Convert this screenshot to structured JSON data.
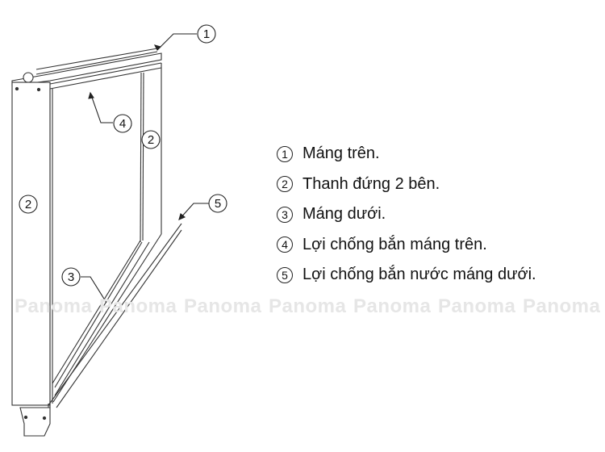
{
  "legend": [
    {
      "num": "1",
      "label": "Máng trên."
    },
    {
      "num": "2",
      "label": "Thanh đứng 2 bên."
    },
    {
      "num": "3",
      "label": "Máng dưới."
    },
    {
      "num": "4",
      "label": "Lợi chống bắn máng trên."
    },
    {
      "num": "5",
      "label": "Lợi chống bắn nước máng dưới."
    }
  ],
  "callouts": [
    "1",
    "2",
    "2",
    "3",
    "4",
    "5"
  ],
  "watermark": "Panoma"
}
